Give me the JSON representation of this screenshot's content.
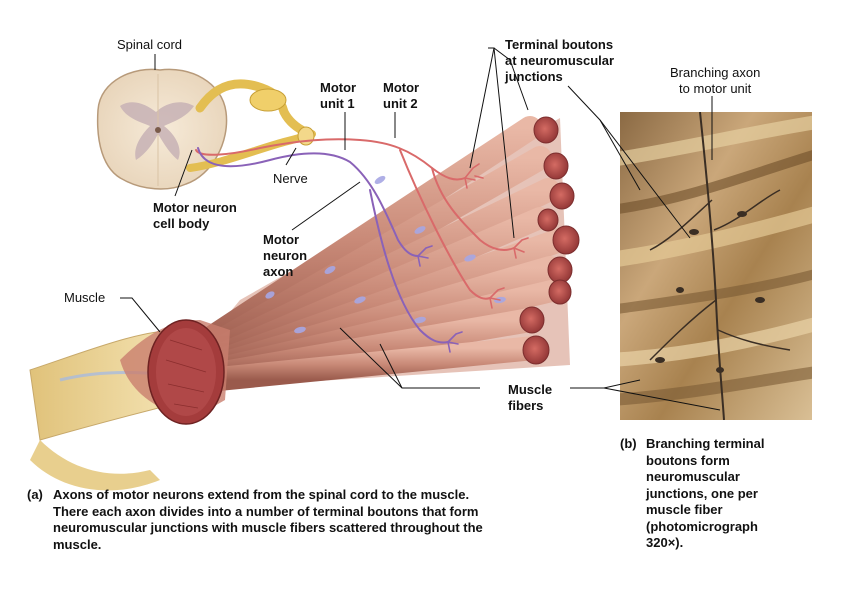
{
  "labels": {
    "spinal_cord": "Spinal cord",
    "motor_unit_1": [
      "Motor",
      "unit 1"
    ],
    "motor_unit_2": [
      "Motor",
      "unit 2"
    ],
    "terminal_boutons": [
      "Terminal boutons",
      "at neuromuscular",
      "junctions"
    ],
    "branching_axon": [
      "Branching axon",
      "to motor unit"
    ],
    "nerve": "Nerve",
    "motor_neuron_cell_body": [
      "Motor neuron",
      "cell body"
    ],
    "motor_neuron_axon": [
      "Motor",
      "neuron",
      "axon"
    ],
    "muscle": "Muscle",
    "muscle_fibers": [
      "Muscle",
      "fibers"
    ]
  },
  "captions": {
    "a_tag": "(a)",
    "a_lines": [
      "Axons of motor neurons extend from the spinal cord to the muscle.",
      "There each axon divides into a number of terminal boutons that form",
      "neuromuscular junctions with muscle fibers scattered throughout the",
      "muscle."
    ],
    "b_tag": "(b)",
    "b_lines": [
      "Branching terminal",
      "boutons form",
      "neuromuscular",
      "junctions, one per",
      "muscle fiber",
      "(photomicrograph",
      "320×)."
    ]
  },
  "colors": {
    "fiber": "#c98a78",
    "fiber_end": "#b24a4a",
    "unit1_axon": "#d96a6a",
    "unit2_axon": "#8a62b8",
    "nerve": "#e8c55a",
    "tendon": "#efd9a0",
    "photo": "#b8966a"
  }
}
